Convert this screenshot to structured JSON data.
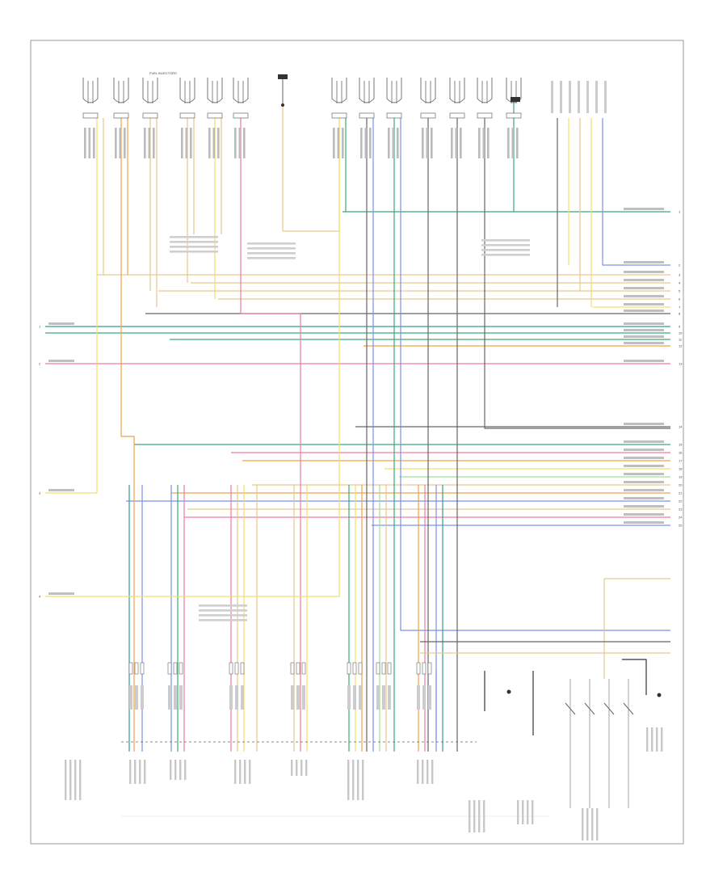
{
  "diagram": {
    "top_labels": [
      {
        "id": "fuel-injectors",
        "text": "FUEL INJECTORS"
      },
      {
        "id": "ground-sensor",
        "text": ""
      },
      {
        "id": "ignition-coils",
        "text": ""
      },
      {
        "id": "vehicle-speed-sensor",
        "text": ""
      },
      {
        "id": "transmission-range",
        "text": ""
      }
    ],
    "right_terminals": [
      "1",
      "2",
      "3",
      "4",
      "5",
      "6",
      "7",
      "8",
      "9",
      "10",
      "11",
      "12",
      "13",
      "14",
      "15",
      "16",
      "17",
      "18",
      "19",
      "20",
      "21",
      "22",
      "23",
      "24",
      "25"
    ],
    "bottom_labels": [
      {
        "id": "powertrain-control-module",
        "text": ""
      },
      {
        "id": "transmission-control",
        "text": ""
      },
      {
        "id": "throttle-sensor",
        "text": ""
      },
      {
        "id": "clutch-switch",
        "text": ""
      }
    ],
    "footer": ""
  },
  "colors": {
    "yellow": "#f1e06a",
    "tan": "#e4c98f",
    "orange": "#f0a24a",
    "blue": "#7d8ff0",
    "green": "#3aa978",
    "pink": "#f07aa0",
    "teal": "#2f9e96",
    "gray": "#666666",
    "black": "#333333",
    "frame": "#999999",
    "lightgreen": "#9fe09a"
  }
}
